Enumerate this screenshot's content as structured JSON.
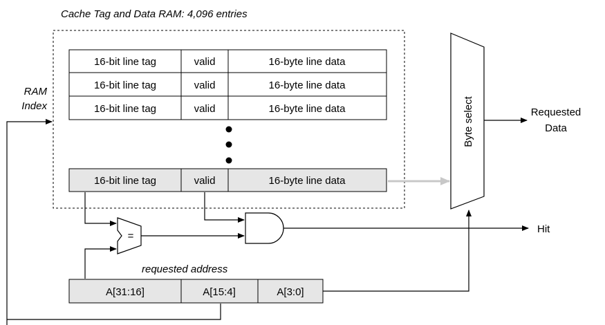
{
  "ram_title": "Cache Tag and Data RAM: 4,096 entries",
  "ram_index_line1": "RAM",
  "ram_index_line2": "Index",
  "rows": [
    {
      "tag": "16-bit line tag",
      "valid": "valid",
      "data": "16-byte line data"
    },
    {
      "tag": "16-bit line tag",
      "valid": "valid",
      "data": "16-byte line data"
    },
    {
      "tag": "16-bit line tag",
      "valid": "valid",
      "data": "16-byte line data"
    }
  ],
  "selected_row": {
    "tag": "16-bit line tag",
    "valid": "valid",
    "data": "16-byte line data"
  },
  "byte_select": "Byte select",
  "requested_data_line1": "Requested",
  "requested_data_line2": "Data",
  "comparator_symbol": "=",
  "hit": "Hit",
  "requested_address": "requested address",
  "address_fields": [
    "A[31:16]",
    "A[15:4]",
    "A[3:0]"
  ],
  "colors": {
    "shaded_cell": "#e6e6e6",
    "gray_arrow": "#c8c8c8",
    "line": "#000000"
  }
}
